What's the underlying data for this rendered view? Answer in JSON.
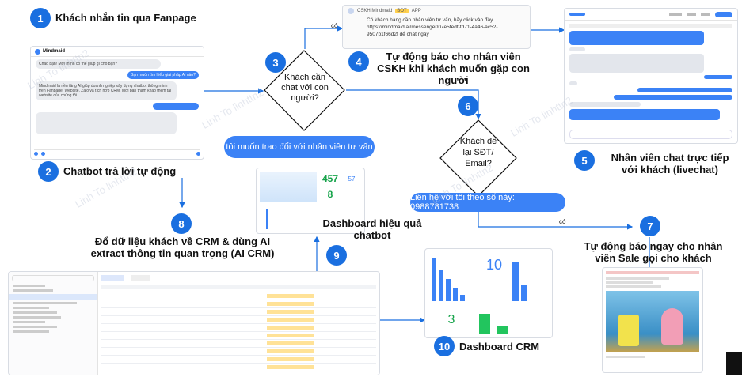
{
  "steps": {
    "s1": {
      "num": "1",
      "label": "Khách nhắn tin qua Fanpage"
    },
    "s2": {
      "num": "2",
      "label": "Chatbot trả lời tự động"
    },
    "s3": {
      "num": "3",
      "label": "Khách cần chat với con người?"
    },
    "s4": {
      "num": "4",
      "label": "Tự động báo cho nhân viên CSKH khi khách muốn gặp con người"
    },
    "s5": {
      "num": "5",
      "label": "Nhân viên chat trực tiếp với khách (livechat)"
    },
    "s6": {
      "num": "6",
      "label": "Khách để lại SĐT/ Email?"
    },
    "s7": {
      "num": "7",
      "label": "Tự động báo ngay cho nhân viên Sale gọi cho khách"
    },
    "s8": {
      "num": "8",
      "label": "Đổ dữ liệu khách về CRM & dùng AI extract thông tin quan trọng (AI CRM)"
    },
    "s9": {
      "num": "9",
      "label": "Dashboard hiệu quả chatbot"
    },
    "s10": {
      "num": "10",
      "label": "Dashboard CRM"
    }
  },
  "edges": {
    "yes1": "có",
    "yes2": "có"
  },
  "pills": {
    "p1": "tôi muốn trao đổi với nhân viên tư vấn",
    "p2": "Liên hệ với tôi theo số này: 0988781738"
  },
  "notify": {
    "sender": "CSKH Mindmaid",
    "tag": "BOT",
    "app": "APP",
    "text": "Có khách hàng cần nhân viên tư vấn, hãy click vào đây https://mindmaid.ai/messenger/07e5fedf-fd71-4a46-ac52-9507b1f66d2f để chat ngay"
  },
  "chatbot": {
    "header": "Mindmaid",
    "m1": "Chào bạn! Mời mình có thể giúp gì cho bạn?",
    "m2": "Bạn muốn tìm hiểu giải pháp AI nào?",
    "m3": "Mindmaid là nền tảng AI giúp doanh nghiệp xây dựng chatbot thông minh trên Fanpage, Website, Zalo và tích hợp CRM. Mời bạn tham khảo thêm tại website của chúng tôi."
  },
  "dash": {
    "n1": "457",
    "n2": "57",
    "n3": "8"
  },
  "crm_dash": {
    "n1": "10",
    "n2": "3"
  },
  "watermarks": [
    "Linh To linhttn2",
    "Linh To linhttn2",
    "Linh To linhttn2",
    "Linh To linhttn2",
    "Linh To linhttn2"
  ]
}
